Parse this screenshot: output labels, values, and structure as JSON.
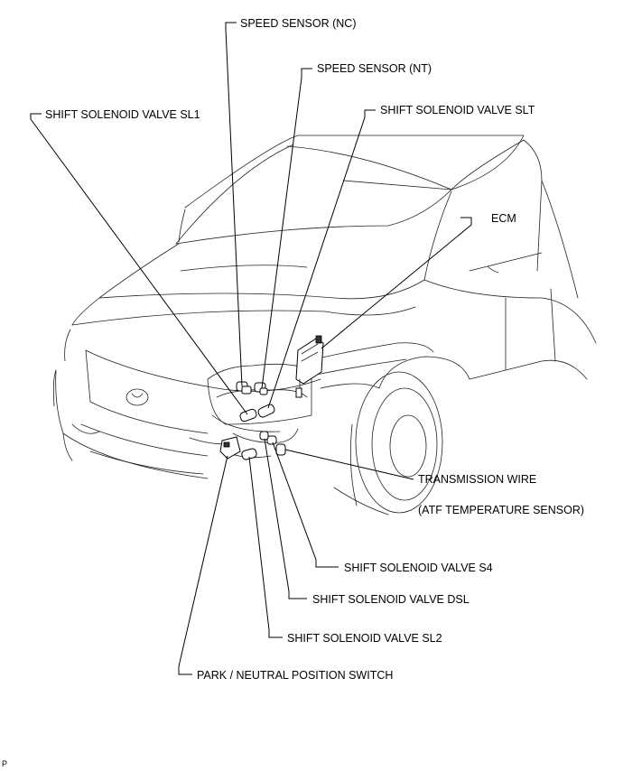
{
  "labels": {
    "speed_sensor_nc": "SPEED SENSOR  (NC)",
    "speed_sensor_nt": "SPEED SENSOR  (NT)",
    "shift_solenoid_sl1": "SHIFT SOLENOID VALVE SL1",
    "shift_solenoid_slt": "SHIFT SOLENOID VALVE SLT",
    "ecm": "ECM",
    "transmission_wire": "TRANSMISSION WIRE",
    "atf_temperature_sensor": "(ATF TEMPERATURE SENSOR)",
    "shift_solenoid_s4": "SHIFT SOLENOID VALVE S4",
    "shift_solenoid_dsl": "SHIFT SOLENOID VALVE DSL",
    "shift_solenoid_sl2": "SHIFT SOLENOID VALVE SL2",
    "park_neutral_switch": "PARK / NEUTRAL POSITION SWITCH"
  },
  "footer": {
    "code": "P"
  }
}
